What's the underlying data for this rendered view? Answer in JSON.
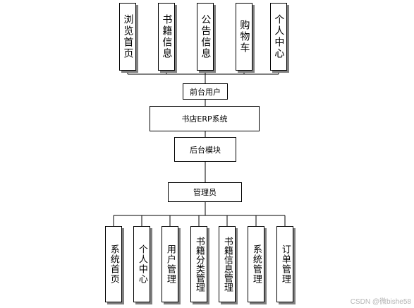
{
  "diagram": {
    "top_modules": [
      "浏览首页",
      "书籍信息",
      "公告信息",
      "购物车",
      "个人中心"
    ],
    "user_node": "前台用户",
    "system_node": "书店ERP系统",
    "backend_node": "后台模块",
    "admin_node": "管理员",
    "admin_modules": [
      "系统首页",
      "个人中心",
      "用户管理",
      "书籍分类管理",
      "书籍信息管理",
      "系统管理",
      "订单管理"
    ]
  },
  "watermark": "CSDN @微bishe58"
}
